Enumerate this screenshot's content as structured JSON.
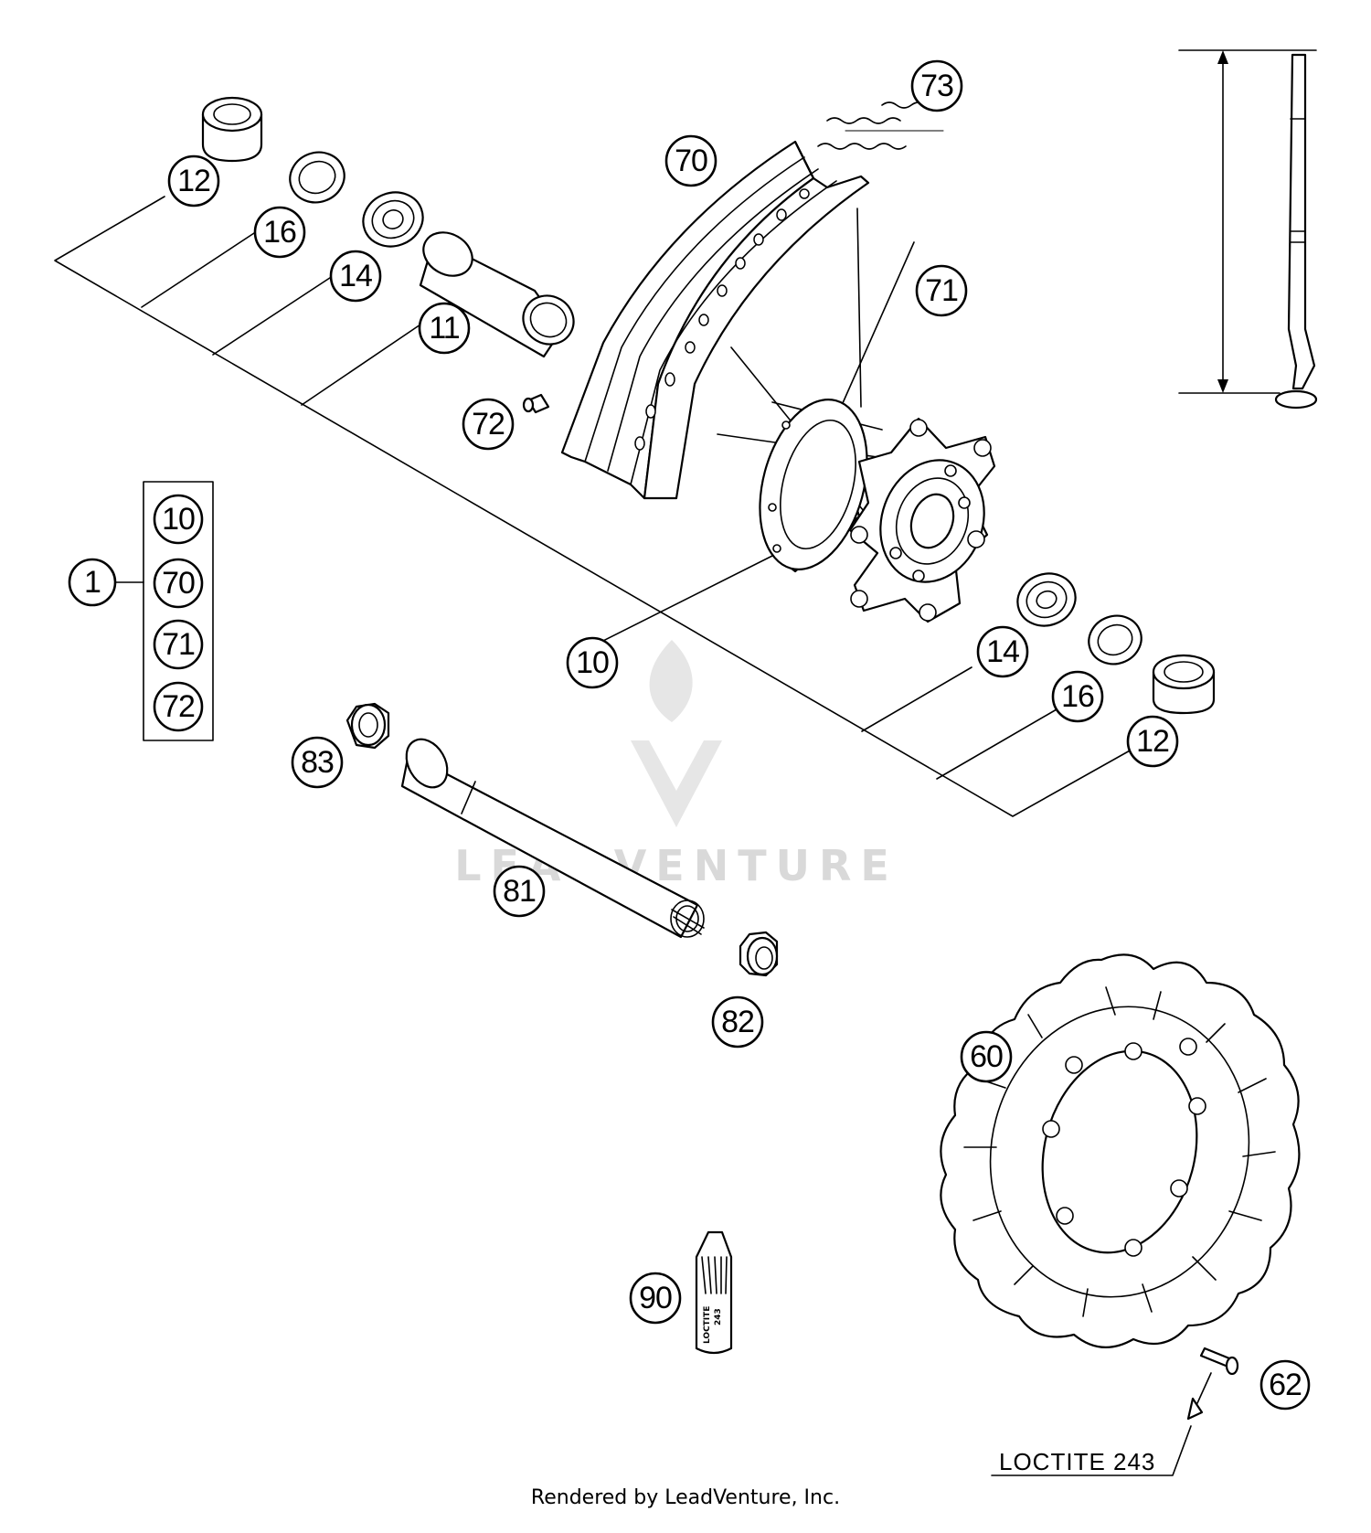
{
  "callouts": {
    "c73": "73",
    "c70": "70",
    "c71": "71",
    "c12a": "12",
    "c16a": "16",
    "c14a": "14",
    "c11": "11",
    "c72": "72",
    "c1": "1",
    "c10": "10",
    "c14b": "14",
    "c16b": "16",
    "c12b": "12",
    "c83": "83",
    "c81": "81",
    "c82": "82",
    "c60": "60",
    "c90": "90",
    "c62": "62"
  },
  "kit_box": {
    "items": [
      "10",
      "70",
      "71",
      "72"
    ]
  },
  "loctite_label": "LOCTITE 243",
  "bottle_label": {
    "line1": "LOCTITE",
    "line2": "243"
  },
  "watermark": "LEADVENTURE",
  "footer": "Rendered by LeadVenture, Inc."
}
